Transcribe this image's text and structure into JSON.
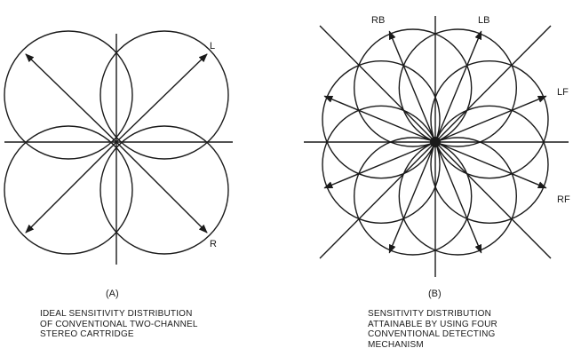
{
  "panel_a": {
    "tag": "(A)",
    "arrow_labels": {
      "l": "L",
      "r": "R"
    },
    "caption_lines": [
      "IDEAL SENSITIVITY DISTRIBUTION",
      "OF CONVENTIONAL TWO-CHANNEL",
      "STEREO CARTRIDGE"
    ]
  },
  "panel_b": {
    "tag": "(B)",
    "arrow_labels": {
      "rb": "RB",
      "lb": "LB",
      "lf": "LF",
      "rf": "RF"
    },
    "caption_lines": [
      "SENSITIVITY DISTRIBUTION",
      "ATTAINABLE BY USING FOUR",
      "CONVENTIONAL DETECTING",
      "MECHANISM"
    ]
  },
  "style": {
    "ink": "#1a1a1a",
    "paper": "#ffffff"
  }
}
